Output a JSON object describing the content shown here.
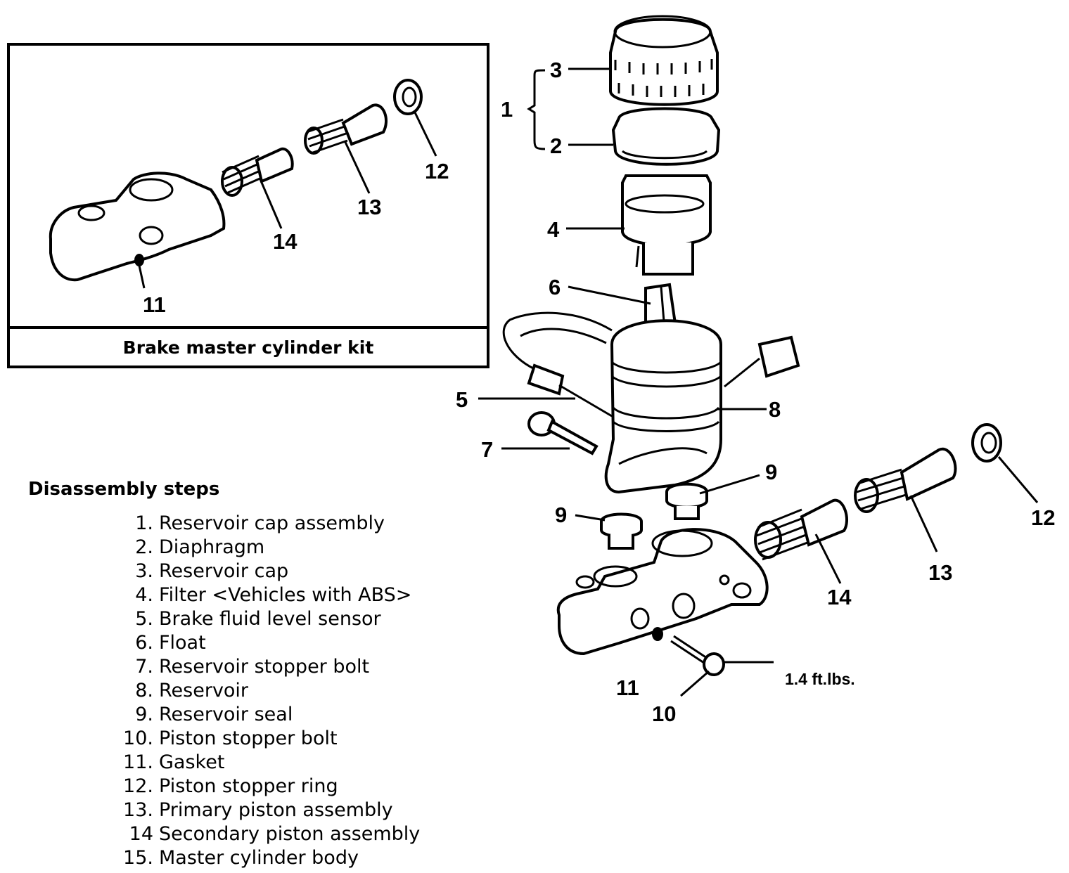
{
  "kit": {
    "caption": "Brake master cylinder kit",
    "callouts": [
      "11",
      "12",
      "13",
      "14"
    ]
  },
  "main": {
    "callouts": [
      "1",
      "2",
      "3",
      "4",
      "5",
      "6",
      "7",
      "8",
      "9",
      "9",
      "10",
      "11",
      "12",
      "13",
      "14"
    ],
    "torque": "1.4 ft.lbs."
  },
  "steps": {
    "title": "Disassembly steps",
    "items": [
      {
        "num": "1.",
        "label": "Reservoir cap assembly"
      },
      {
        "num": "2.",
        "label": "Diaphragm"
      },
      {
        "num": "3.",
        "label": "Reservoir cap"
      },
      {
        "num": "4.",
        "label": "Filter <Vehicles with ABS>"
      },
      {
        "num": "5.",
        "label": "Brake fluid level sensor"
      },
      {
        "num": "6.",
        "label": "Float"
      },
      {
        "num": "7.",
        "label": "Reservoir stopper bolt"
      },
      {
        "num": "8.",
        "label": "Reservoir"
      },
      {
        "num": "9.",
        "label": "Reservoir seal"
      },
      {
        "num": "10.",
        "label": "Piston stopper bolt"
      },
      {
        "num": "11.",
        "label": "Gasket"
      },
      {
        "num": "12.",
        "label": "Piston stopper ring"
      },
      {
        "num": "13.",
        "label": "Primary piston assembly"
      },
      {
        "num": "14",
        "label": "Secondary piston assembly"
      },
      {
        "num": "15.",
        "label": "Master cylinder body"
      }
    ]
  }
}
